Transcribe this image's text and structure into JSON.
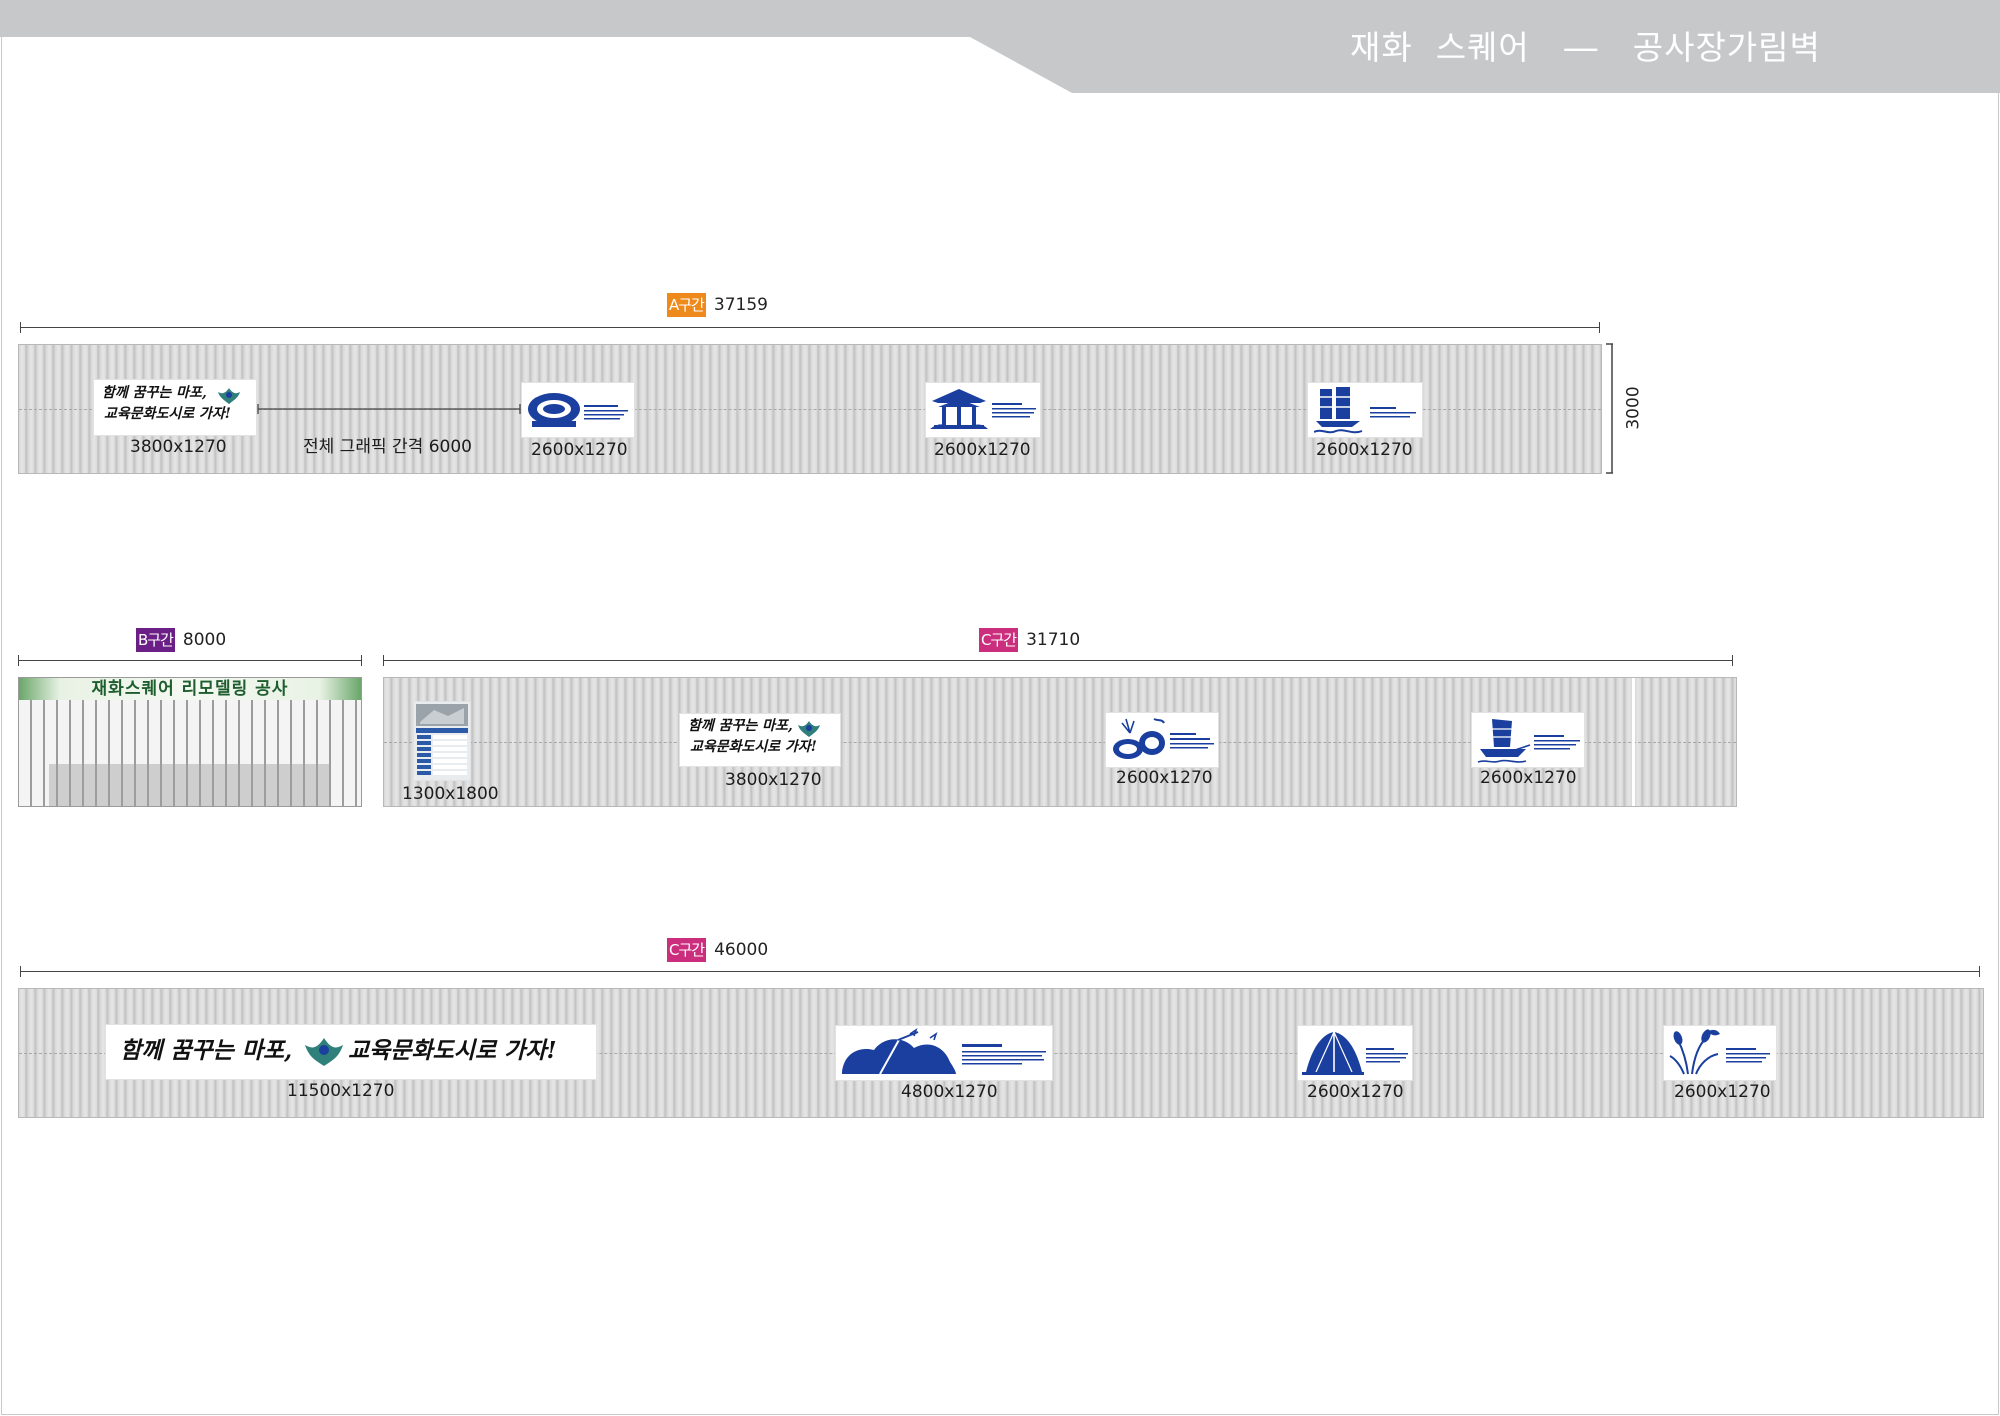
{
  "header": {
    "title": "재화  스퀘어   ―   공사장가림벽",
    "bar_color": "#c7c8c9"
  },
  "sections": {
    "a": {
      "badge": "A구간",
      "length": "37159",
      "badge_color": "#ee8a1c"
    },
    "b": {
      "badge": "B구간",
      "length": "8000",
      "badge_color": "#6b1f86"
    },
    "c1": {
      "badge": "C구간",
      "length": "31710",
      "badge_color": "#cc2e7e"
    },
    "c2": {
      "badge": "C구간",
      "length": "46000",
      "badge_color": "#cc2e7e"
    }
  },
  "height_label": "3000",
  "spacing_note": "전체 그래픽 간격 6000",
  "gate_title": "재화스퀘어 리모델링 공사",
  "slogan": {
    "line1": "함께 꿈꾸는 마포,",
    "line2": "교육문화도시로 가자!",
    "full_a": "함께 꿈꾸는 마포,",
    "full_b": "교육문화도시로 가자!"
  },
  "panels": {
    "a1": "3800x1270",
    "a2": "2600x1270",
    "a3": "2600x1270",
    "a4": "2600x1270",
    "c1_sign": "1300x1800",
    "c1_slogan": "3800x1270",
    "c1_p2": "2600x1270",
    "c1_p3": "2600x1270",
    "c2_slogan": "11500x1270",
    "c2_p1": "4800x1270",
    "c2_p2": "2600x1270",
    "c2_p3": "2600x1270"
  },
  "icons": {
    "a2": "stadium-icon",
    "a3": "pavilion-icon",
    "a4": "sailboat-icon",
    "c1_p2": "fish-icon",
    "c1_p3": "junk-boat-icon",
    "c2_p1": "island-trees-icon",
    "c2_p2": "tent-icon",
    "c2_p3": "reed-icon"
  },
  "colors": {
    "graphic_blue": "#1a3f9e",
    "gate_green": "#1d5d2e"
  }
}
